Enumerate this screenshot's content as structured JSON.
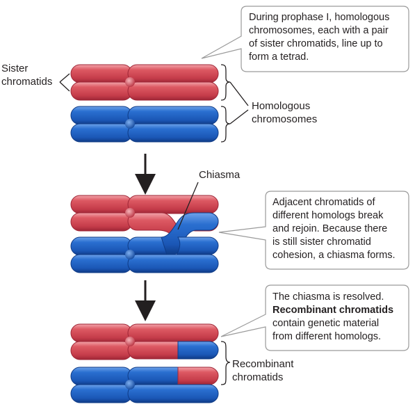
{
  "colors": {
    "red": "#d9525c",
    "red_dark": "#a3283a",
    "red_light": "#f09aa2",
    "blue": "#1f62c4",
    "blue_dark": "#103f8c",
    "blue_light": "#5f97e6",
    "callout_border": "#9a9a9a"
  },
  "labels": {
    "sister_line1": "Sister",
    "sister_line2": "chromatids",
    "homologous_line1": "Homologous",
    "homologous_line2": "chromosomes",
    "chiasma": "Chiasma",
    "recombinant_line1": "Recombinant",
    "recombinant_line2": "chromatids"
  },
  "callouts": {
    "prophase": {
      "line1": "During prophase I, homologous",
      "line2": "chromosomes, each with a pair",
      "line3": "of sister chromatids, line up to",
      "line4": "form a tetrad."
    },
    "adjacent": {
      "line1": "Adjacent chromatids of",
      "line2": "different homologs break",
      "line3": "and rejoin. Because there",
      "line4": "is still sister chromatid",
      "line5": "cohesion, a chiasma forms."
    },
    "resolved": {
      "line1": "The chiasma is resolved.",
      "line2_bold": "Recombinant chromatids",
      "line3": "contain genetic material",
      "line4": "from different homologs."
    }
  }
}
